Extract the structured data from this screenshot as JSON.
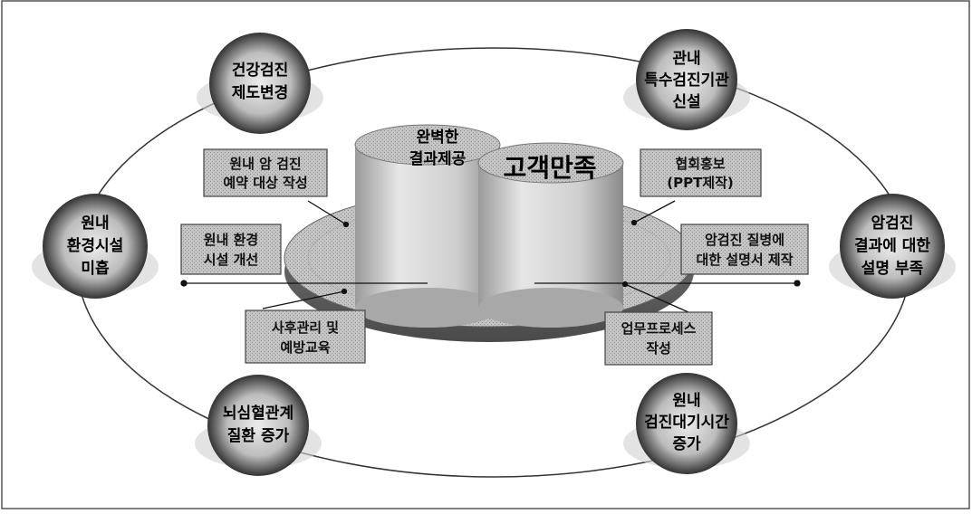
{
  "center": {
    "cylinder_left_lines": [
      "완벽한",
      "결과제공"
    ],
    "cylinder_right_label": "고객만족"
  },
  "factors": [
    {
      "id": "health-exam-system-change",
      "lines": [
        "건강검진",
        "제도변경"
      ]
    },
    {
      "id": "special-exam-institution",
      "lines": [
        "관내",
        "특수검진기관",
        "신설"
      ]
    },
    {
      "id": "hospital-facility-insufficient",
      "lines": [
        "원내",
        "환경시설",
        "미흡"
      ]
    },
    {
      "id": "cancer-result-explanation-lacking",
      "lines": [
        "암검진",
        "결과에 대한",
        "설명 부족"
      ]
    },
    {
      "id": "cerebrovascular-disease-increase",
      "lines": [
        "뇌심혈관계",
        "질환 증가"
      ]
    },
    {
      "id": "exam-waiting-time-increase",
      "lines": [
        "원내",
        "검진대기시간",
        "증가"
      ]
    }
  ],
  "actions": [
    {
      "id": "cancer-exam-booking-list",
      "lines": [
        "원내 암 검진",
        "예약 대상 작성"
      ]
    },
    {
      "id": "facility-improvement",
      "lines": [
        "원내 환경",
        "시설 개선"
      ]
    },
    {
      "id": "followup-prevention-education",
      "lines": [
        "사후관리 및",
        "예방교육"
      ]
    },
    {
      "id": "association-promotion",
      "lines": [
        "협회홍보",
        "(PPT제작)"
      ]
    },
    {
      "id": "disease-explanation-manual",
      "lines": [
        "암검진 질병에",
        "대한 설명서 제작"
      ]
    },
    {
      "id": "work-process-writing",
      "lines": [
        "업무프로세스",
        "작성"
      ]
    }
  ],
  "colors": {
    "ball_dark": "#1a1a1a",
    "ball_light": "#d8d8d8",
    "box_fill": "#b8b8b8",
    "disk_fill": "#9a9a9a",
    "cylinder_fill": "#cfcfcf"
  }
}
